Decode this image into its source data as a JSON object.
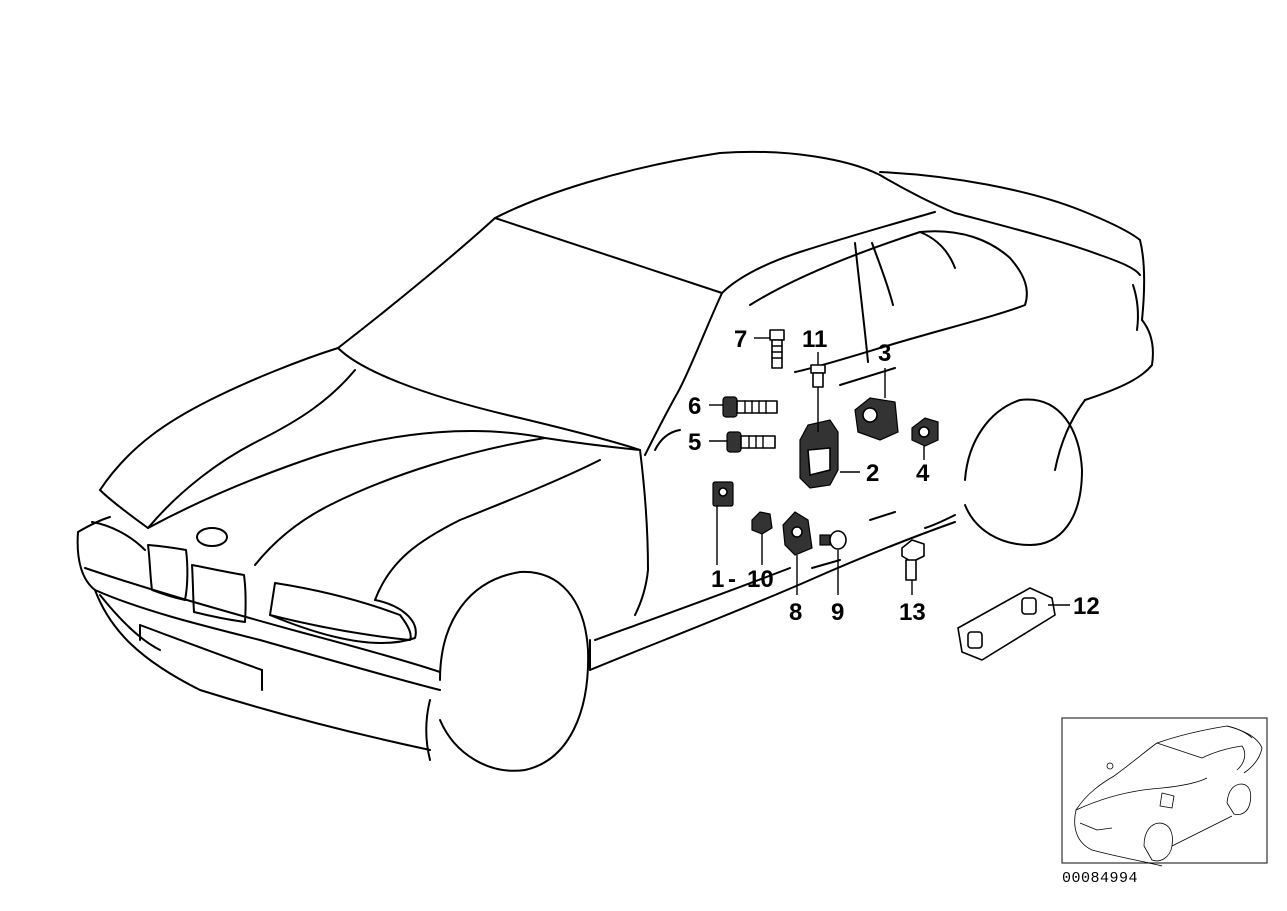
{
  "parts": [
    {
      "id": "p1",
      "label": "1"
    },
    {
      "id": "p2",
      "label": "2"
    },
    {
      "id": "p3",
      "label": "3"
    },
    {
      "id": "p4",
      "label": "4"
    },
    {
      "id": "p5",
      "label": "5"
    },
    {
      "id": "p6",
      "label": "6"
    },
    {
      "id": "p7",
      "label": "7"
    },
    {
      "id": "p8",
      "label": "8"
    },
    {
      "id": "p9",
      "label": "9"
    },
    {
      "id": "p10",
      "label": "10"
    },
    {
      "id": "p11",
      "label": "11"
    },
    {
      "id": "p12",
      "label": "12"
    },
    {
      "id": "p13",
      "label": "13"
    }
  ],
  "separator": "-",
  "reference_number": "00084994",
  "colors": {
    "ink": "#000000",
    "background": "#ffffff",
    "part_fill": "#333333"
  }
}
